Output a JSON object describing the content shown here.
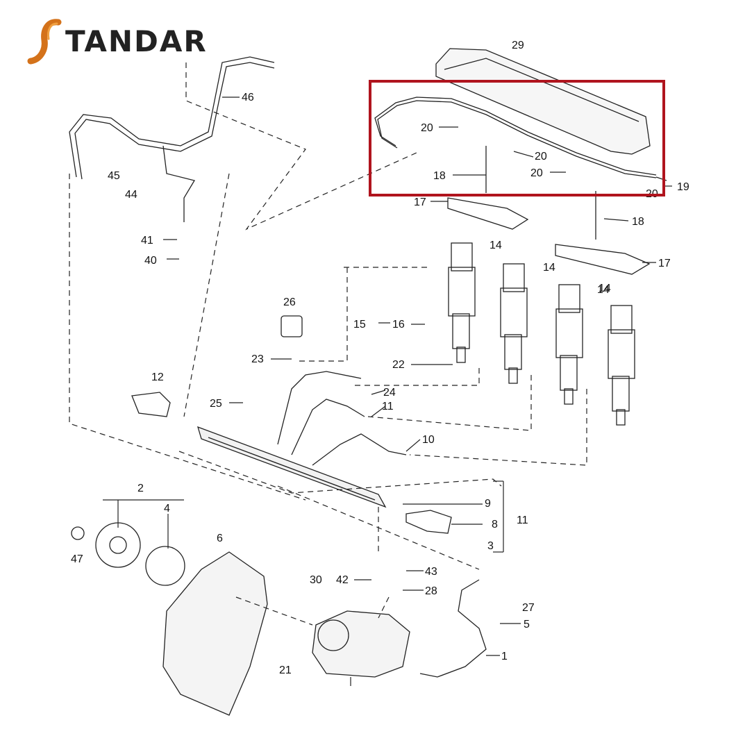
{
  "brand": {
    "name": "TANDAR",
    "logo_initial": "S"
  },
  "highlight_color": "#b0141e",
  "part_labels": [
    "29",
    "46",
    "20",
    "20",
    "20",
    "18",
    "20",
    "19",
    "18",
    "45",
    "44",
    "41",
    "40",
    "17",
    "17",
    "14",
    "14",
    "14",
    "14",
    "26",
    "15",
    "16",
    "22",
    "23",
    "24",
    "11",
    "12",
    "25",
    "10",
    "9",
    "8",
    "11",
    "3",
    "2",
    "4",
    "47",
    "6",
    "30",
    "42",
    "43",
    "28",
    "27",
    "5",
    "21",
    "1"
  ]
}
